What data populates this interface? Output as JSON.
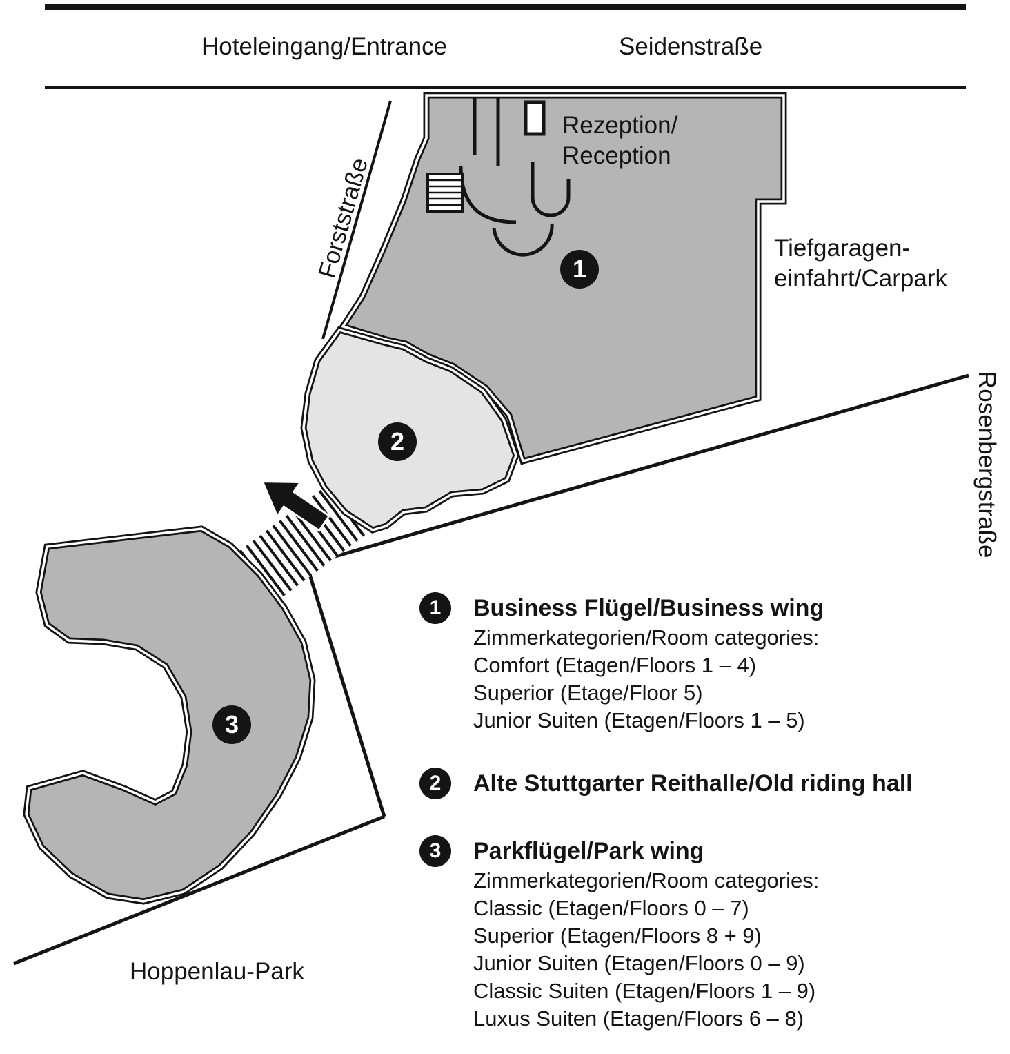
{
  "map": {
    "entrance": "Hoteleingang/Entrance",
    "street_top": "Seidenstraße",
    "street_forst": "Forststraße",
    "street_rosenberg": "Rosenbergstraße",
    "park": "Hoppenlau-Park",
    "reception_line1": "Rezeption/",
    "reception_line2": "Reception",
    "carpark_line1": "Tiefgaragen-",
    "carpark_line2": "einfahrt/Carpark",
    "markers": {
      "business_wing": "1",
      "riding_hall": "2",
      "park_wing": "3"
    }
  },
  "legend": {
    "items": [
      {
        "number": "1",
        "title": "Business Flügel/Business wing",
        "lines": [
          "Zimmerkategorien/Room categories:",
          "Comfort (Etagen/Floors 1 – 4)",
          "Superior (Etage/Floor 5)",
          "Junior Suiten (Etagen/Floors 1 – 5)"
        ]
      },
      {
        "number": "2",
        "title": "Alte Stuttgarter Reithalle/Old riding hall",
        "lines": []
      },
      {
        "number": "3",
        "title": "Parkflügel/Park wing",
        "lines": [
          "Zimmerkategorien/Room categories:",
          "Classic (Etagen/Floors 0 – 7)",
          "Superior (Etagen/Floors 8 + 9)",
          "Junior Suiten (Etagen/Floors 0 – 9)",
          "Classic Suiten (Etagen/Floors 1 – 9)",
          "Luxus Suiten (Etagen/Floors 6 – 8)"
        ]
      }
    ]
  },
  "colors": {
    "building_gray": "#b5b5b5",
    "riding_hall_gray": "#e4e4e4",
    "line_black": "#141414"
  }
}
